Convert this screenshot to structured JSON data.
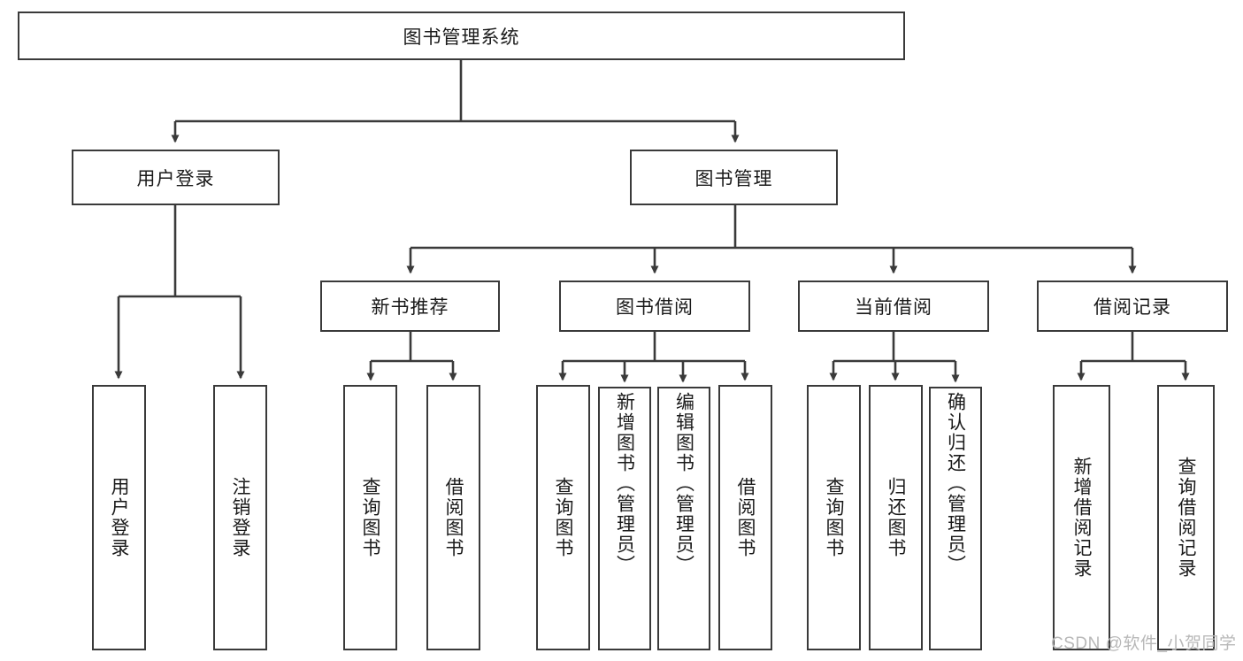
{
  "diagram": {
    "type": "tree-hierarchy-diagram",
    "title": "图书管理系统",
    "colors": {
      "box_border": "#3a3a3a",
      "box_fill": "#ffffff",
      "connector": "#3a3a3a",
      "text": "#1a1a1a",
      "watermark": "#b8b8b8"
    },
    "levels": {
      "root": {
        "label": "图书管理系统"
      },
      "level1": [
        {
          "id": "user-login",
          "label": "用户登录"
        },
        {
          "id": "book-management",
          "label": "图书管理"
        }
      ],
      "level2": [
        {
          "id": "new-book-recommend",
          "label": "新书推荐",
          "parent": "book-management"
        },
        {
          "id": "book-borrow",
          "label": "图书借阅",
          "parent": "book-management"
        },
        {
          "id": "current-borrow",
          "label": "当前借阅",
          "parent": "book-management"
        },
        {
          "id": "borrow-record",
          "label": "借阅记录",
          "parent": "book-management"
        }
      ],
      "leaves": {
        "user-login": [
          {
            "id": "leaf-user-login",
            "label": "用户登录"
          },
          {
            "id": "leaf-logout-login",
            "label": "注销登录"
          }
        ],
        "new-book-recommend": [
          {
            "id": "leaf-query-book-1",
            "label": "查询图书"
          },
          {
            "id": "leaf-borrow-book-1",
            "label": "借阅图书"
          }
        ],
        "book-borrow": [
          {
            "id": "leaf-query-book-2",
            "label": "查询图书"
          },
          {
            "id": "leaf-add-book-admin",
            "label": "新增图书（管理员）"
          },
          {
            "id": "leaf-edit-book-admin",
            "label": "编辑图书（管理员）"
          },
          {
            "id": "leaf-borrow-book-2",
            "label": "借阅图书"
          }
        ],
        "current-borrow": [
          {
            "id": "leaf-query-book-3",
            "label": "查询图书"
          },
          {
            "id": "leaf-return-book",
            "label": "归还图书"
          },
          {
            "id": "leaf-confirm-return-admin",
            "label": "确认归还（管理员）"
          }
        ],
        "borrow-record": [
          {
            "id": "leaf-add-borrow-record",
            "label": "新增借阅记录"
          },
          {
            "id": "leaf-query-borrow-record",
            "label": "查询借阅记录"
          }
        ]
      }
    },
    "watermark": "CSDN @软件_小贺同学"
  }
}
